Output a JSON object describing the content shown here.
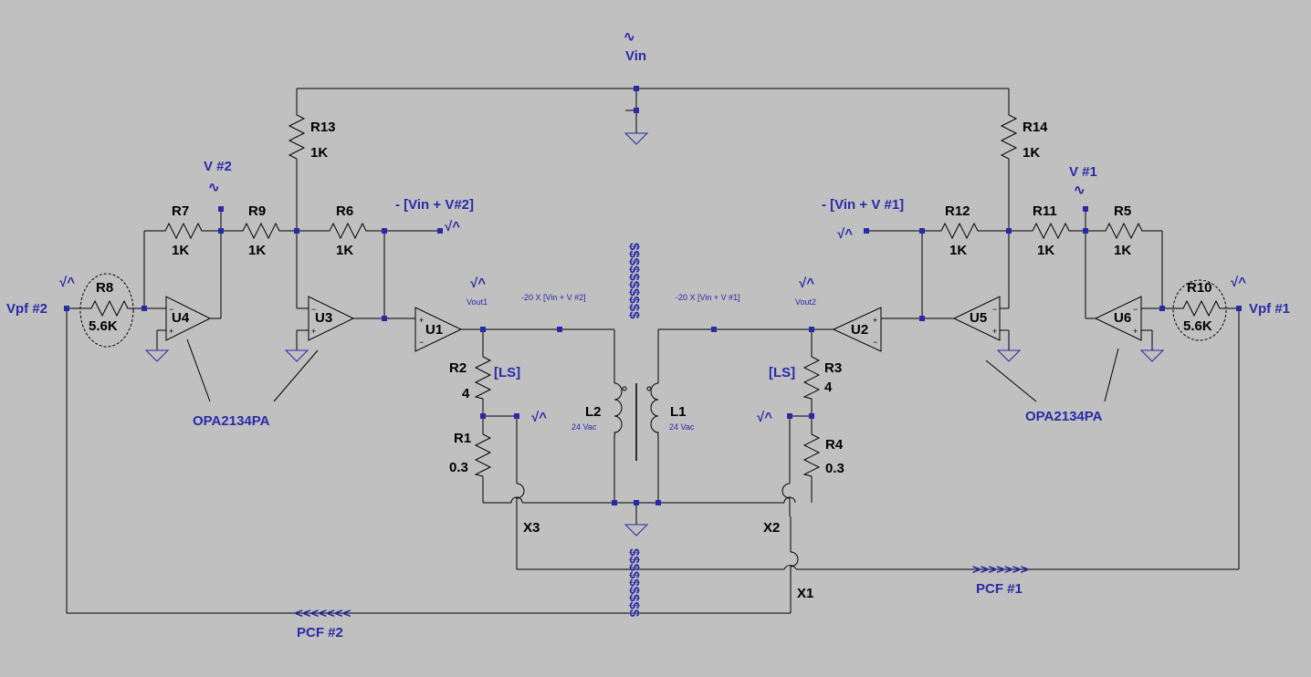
{
  "labels": {
    "vin": "Vin",
    "vin_sym": "∿",
    "v2": "V #2",
    "v1": "V #1",
    "neg_vin_v2": "- [Vin + V#2]",
    "neg_vin_v1": "- [Vin + V #1]",
    "vpf2": "Vpf #2",
    "vpf1": "Vpf #1",
    "vout1": "Vout1",
    "vout2": "Vout2",
    "gain2": "-20 X [Vin + V #2]",
    "gain1": "-20 X [Vin + V #1]",
    "pcf1": "PCF #1",
    "pcf2": "PCF #2",
    "pcf1_arrow": ">>>>>>>",
    "pcf2_arrow": "<<<<<<<",
    "opamp_part_left": "OPA2134PA",
    "opamp_part_right": "OPA2134PA",
    "probe": "√^",
    "core": "$$$$$$$$$$",
    "core_bottom": "$$$$$$$$$"
  },
  "resistors": {
    "R13": {
      "name": "R13",
      "value": "1K"
    },
    "R14": {
      "name": "R14",
      "value": "1K"
    },
    "R7": {
      "name": "R7",
      "value": "1K"
    },
    "R9": {
      "name": "R9",
      "value": "1K"
    },
    "R6": {
      "name": "R6",
      "value": "1K"
    },
    "R12": {
      "name": "R12",
      "value": "1K"
    },
    "R11": {
      "name": "R11",
      "value": "1K"
    },
    "R5": {
      "name": "R5",
      "value": "1K"
    },
    "R8": {
      "name": "R8",
      "value": "5.6K"
    },
    "R10": {
      "name": "R10",
      "value": "5.6K"
    },
    "R2": {
      "name": "R2",
      "value": "4",
      "tag": "[LS]"
    },
    "R3": {
      "name": "R3",
      "value": "4",
      "tag": "[LS]"
    },
    "R1": {
      "name": "R1",
      "value": "0.3"
    },
    "R4": {
      "name": "R4",
      "value": "0.3"
    }
  },
  "opamps": {
    "U1": "U1",
    "U2": "U2",
    "U3": "U3",
    "U4": "U4",
    "U5": "U5",
    "U6": "U6"
  },
  "inductors": {
    "L1": {
      "name": "L1",
      "rating": "24 Vac"
    },
    "L2": {
      "name": "L2",
      "rating": "24 Vac"
    }
  },
  "crossings": {
    "X1": "X1",
    "X2": "X2",
    "X3": "X3"
  }
}
